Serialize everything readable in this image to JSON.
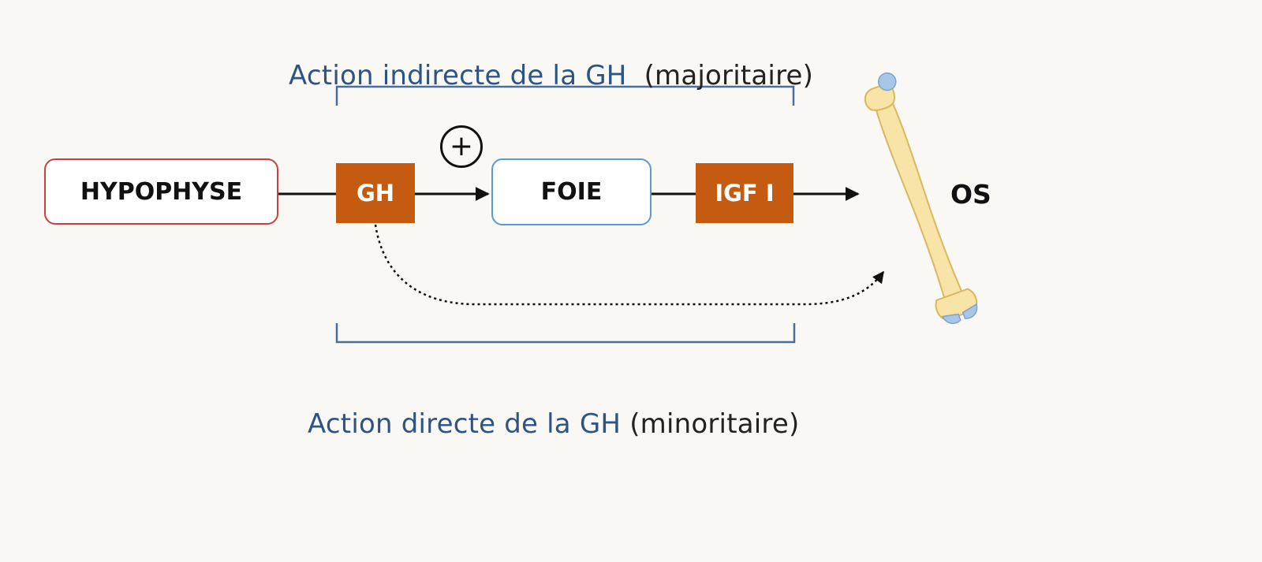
{
  "captions": {
    "top": {
      "main": "Action indirecte de la GH",
      "qualifier": "(majoritaire)"
    },
    "bottom": {
      "main": "Action directe de la GH",
      "qualifier": "(minoritaire)"
    }
  },
  "nodes": {
    "hypophyse": "HYPOPHYSE",
    "gh": "GH",
    "foie": "FOIE",
    "igf": "IGF I",
    "os": "OS"
  },
  "stimulation_sign": "+",
  "colors": {
    "caption_blue": "#2e5483",
    "hormone_orange": "#c55a11",
    "hypophyse_border": "#c8413f",
    "foie_border": "#5b9bd5",
    "bracket": "#4a6e9a",
    "bone_fill": "#f7e4a6",
    "bone_joint": "#a8c6e6"
  },
  "icons": {
    "bone": "femur-bone-icon"
  }
}
